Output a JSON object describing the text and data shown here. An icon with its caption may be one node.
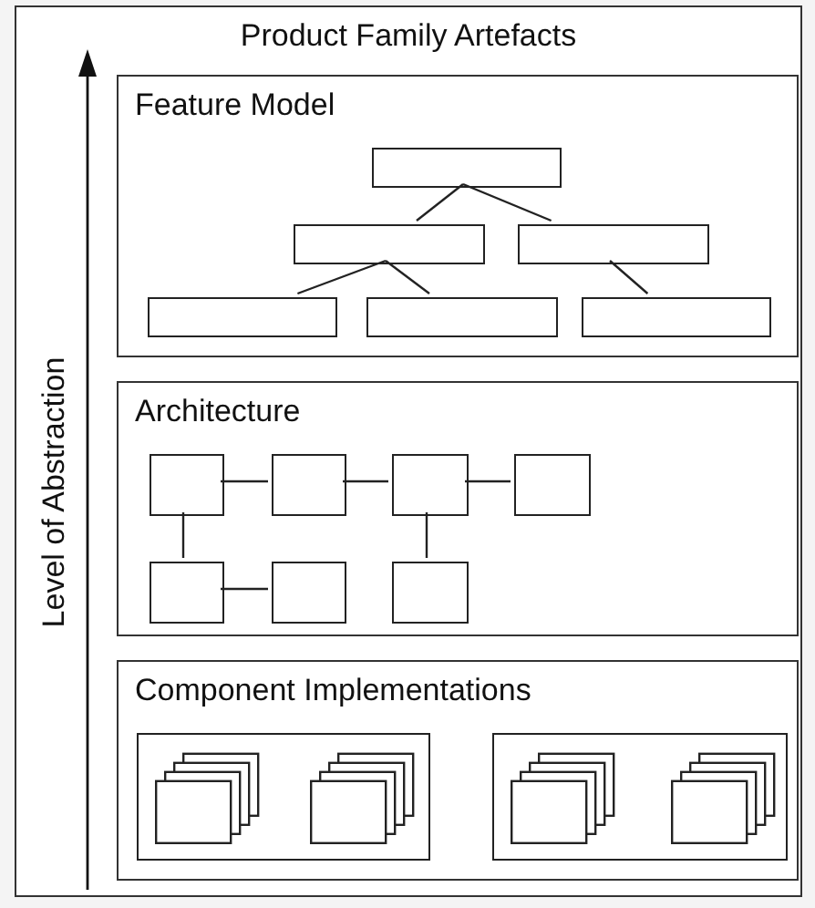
{
  "diagram": {
    "nodes": [
      {
        "text": [
          "Product Family Artefacts"
        ]
      },
      {
        "text": [
          "Feature Model"
        ],
        "in": 0
      },
      {
        "text": [],
        "shape": "box",
        "in": 1
      },
      {
        "text": [],
        "shape": "box",
        "in": 1
      },
      {
        "text": [],
        "shape": "box",
        "in": 1
      },
      {
        "text": [],
        "shape": "box",
        "in": 1
      },
      {
        "text": [],
        "shape": "box",
        "in": 1
      },
      {
        "text": [],
        "shape": "box",
        "in": 1
      },
      {
        "text": [
          "Architecture"
        ],
        "in": 0
      },
      {
        "text": [],
        "shape": "box",
        "in": 8
      },
      {
        "text": [],
        "shape": "box",
        "in": 8
      },
      {
        "text": [],
        "shape": "box",
        "in": 8
      },
      {
        "text": [],
        "shape": "box",
        "in": 8
      },
      {
        "text": [],
        "shape": "box",
        "in": 8
      },
      {
        "text": [],
        "shape": "box",
        "in": 8
      },
      {
        "text": [],
        "shape": "box",
        "in": 8
      },
      {
        "text": [
          "Component Implementations"
        ],
        "in": 0
      },
      {
        "text": [],
        "shape": "box",
        "in": 16
      },
      {
        "text": [],
        "shape": "box",
        "in": 16
      },
      {
        "text": [],
        "shape": "stack",
        "in": 17
      },
      {
        "text": [],
        "shape": "stack",
        "in": 17
      },
      {
        "text": [],
        "shape": "stack",
        "in": 18
      },
      {
        "text": [],
        "shape": "stack",
        "in": 18
      }
    ],
    "edges": [
      {
        "from": 2,
        "to": 3,
        "arrow": "none"
      },
      {
        "from": 2,
        "to": 4,
        "arrow": "none"
      },
      {
        "from": 3,
        "to": 5,
        "arrow": "none"
      },
      {
        "from": 3,
        "to": 6,
        "arrow": "none"
      },
      {
        "from": 4,
        "to": 7,
        "arrow": "none"
      },
      {
        "from": 9,
        "to": 10,
        "arrow": "none"
      },
      {
        "from": 10,
        "to": 11,
        "arrow": "none"
      },
      {
        "from": 11,
        "to": 12,
        "arrow": "none"
      },
      {
        "from": 9,
        "to": 13,
        "arrow": "none"
      },
      {
        "from": 13,
        "to": 14,
        "arrow": "none"
      },
      {
        "from": 11,
        "to": 15,
        "arrow": "none"
      }
    ],
    "labels": [
      "Level of Abstraction"
    ]
  }
}
